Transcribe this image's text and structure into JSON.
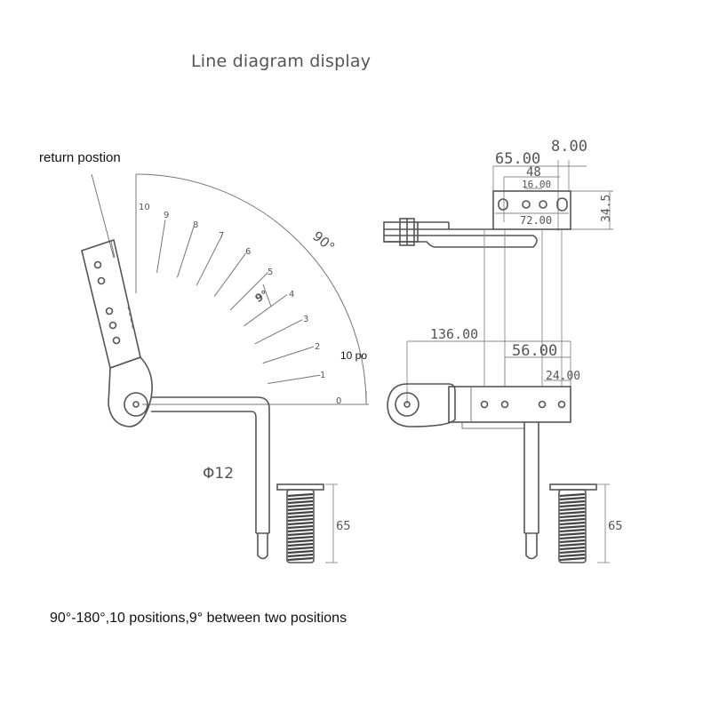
{
  "title": "Line diagram display",
  "return_label": "return postion",
  "caption": "90°-180°,10 positions,9° between two positions",
  "fan": {
    "position_labels": [
      "0",
      "1",
      "2",
      "3",
      "4",
      "5",
      "6",
      "7",
      "8",
      "9",
      "10"
    ],
    "angle_label": "90°",
    "step_label": "9°",
    "position_note": "10 po"
  },
  "rod_label": "Φ12",
  "bolt_length": "65",
  "dims": {
    "d65": "65.00",
    "d8": "8.00",
    "d48": "48",
    "d16": "16.00",
    "d72": "72.00",
    "d345": "34.5",
    "d136": "136.00",
    "d56": "56.00",
    "d24": "24.00"
  },
  "colors": {
    "line": "#555555",
    "text": "#111111"
  }
}
